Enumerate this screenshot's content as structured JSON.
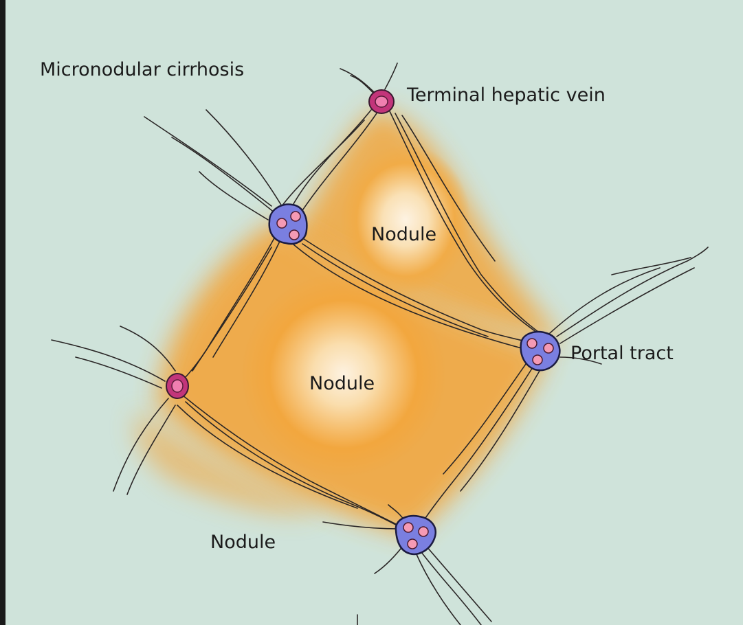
{
  "title": "Micronodular cirrhosis",
  "labels": {
    "terminal_hepatic_vein": "Terminal hepatic vein",
    "portal_tract": "Portal tract",
    "nodule_top": "Nodule",
    "nodule_center": "Nodule",
    "nodule_bottom": "Nodule"
  },
  "colors": {
    "background": "#cfe3da",
    "nodule_orange": "#f2a73a",
    "nodule_light": "#fff5e6",
    "septum_line": "#2a2626",
    "hepatic_vein_fill": "#c2357a",
    "hepatic_vein_core": "#f07fb0",
    "portal_tract_fill": "#7a7fe0",
    "portal_tract_lumen": "#f59ab4"
  },
  "icons": {
    "hepatic_vein": "terminal-hepatic-vein-icon",
    "portal_tract": "portal-tract-icon"
  }
}
